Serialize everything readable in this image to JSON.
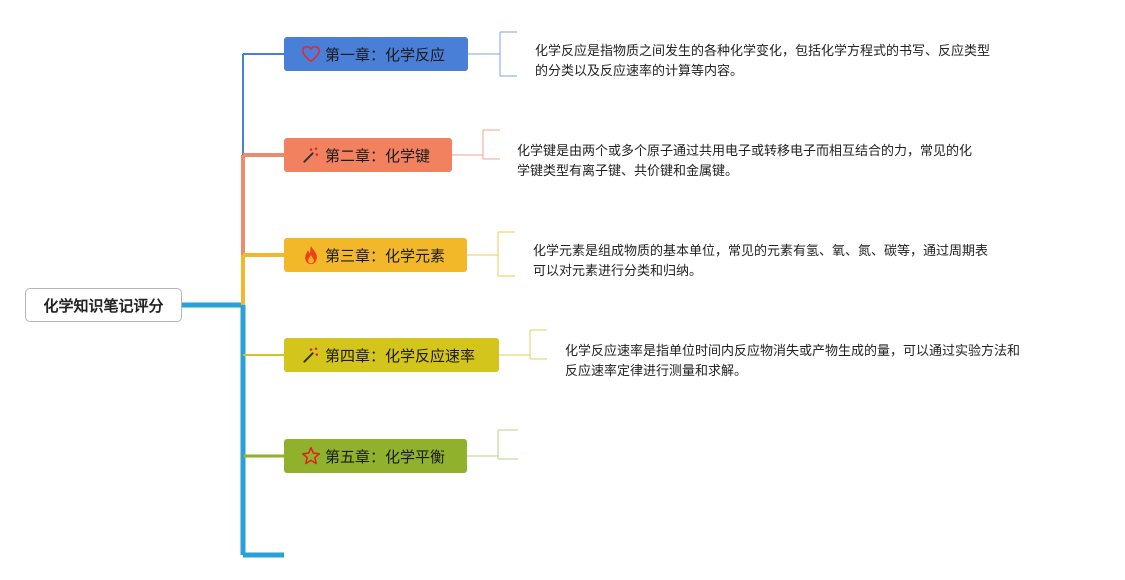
{
  "root": {
    "label": "化学知识笔记评分"
  },
  "chapters": [
    {
      "label": "第一章：化学反应",
      "icon": "heart-icon",
      "color": "#4a7fd8",
      "desc": [
        "化学反应是指物质之间发生的各种化学变化，包括化学方程式的书写、反应类型",
        "的分类以及反应速率的计算等内容。"
      ]
    },
    {
      "label": "第二章：化学键",
      "icon": "sparkle-wand-icon",
      "color": "#f2825f",
      "desc": [
        "化学键是由两个或多个原子通过共用电子或转移电子而相互结合的力，常见的化",
        "学键类型有离子键、共价键和金属键。"
      ]
    },
    {
      "label": "第三章：化学元素",
      "icon": "fire-icon",
      "color": "#f2b829",
      "desc": [
        "化学元素是组成物质的基本单位，常见的元素有氢、氧、氮、碳等，通过周期表",
        "可以对元素进行分类和归纳。"
      ]
    },
    {
      "label": "第四章：化学反应速率",
      "icon": "sparkle-wand-icon",
      "color": "#d4c51c",
      "desc": [
        "化学反应速率是指单位时间内反应物消失或产物生成的量，可以通过实验方法和",
        "反应速率定律进行测量和求解。"
      ]
    },
    {
      "label": "第五章：化学平衡",
      "icon": "star-icon",
      "color": "#8fb12c",
      "desc": []
    }
  ]
}
